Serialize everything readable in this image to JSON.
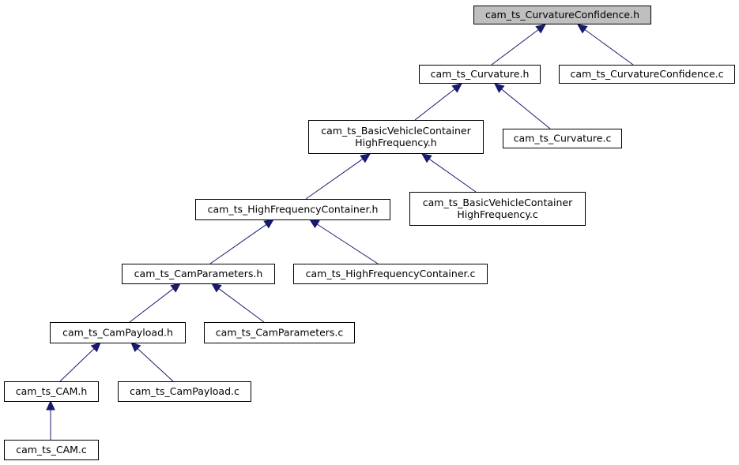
{
  "diagram": {
    "nodes": [
      {
        "id": "curvconf_h",
        "lines": [
          "cam_ts_CurvatureConfidence.h"
        ],
        "highlighted": true
      },
      {
        "id": "curvature_h",
        "lines": [
          "cam_ts_Curvature.h"
        ]
      },
      {
        "id": "curvconf_c",
        "lines": [
          "cam_ts_CurvatureConfidence.c"
        ]
      },
      {
        "id": "bvchf_h",
        "lines": [
          "cam_ts_BasicVehicleContainer",
          "HighFrequency.h"
        ]
      },
      {
        "id": "curvature_c",
        "lines": [
          "cam_ts_Curvature.c"
        ]
      },
      {
        "id": "hfc_h",
        "lines": [
          "cam_ts_HighFrequencyContainer.h"
        ]
      },
      {
        "id": "bvchf_c",
        "lines": [
          "cam_ts_BasicVehicleContainer",
          "HighFrequency.c"
        ]
      },
      {
        "id": "camparams_h",
        "lines": [
          "cam_ts_CamParameters.h"
        ]
      },
      {
        "id": "hfc_c",
        "lines": [
          "cam_ts_HighFrequencyContainer.c"
        ]
      },
      {
        "id": "campayload_h",
        "lines": [
          "cam_ts_CamPayload.h"
        ]
      },
      {
        "id": "camparams_c",
        "lines": [
          "cam_ts_CamParameters.c"
        ]
      },
      {
        "id": "cam_h",
        "lines": [
          "cam_ts_CAM.h"
        ]
      },
      {
        "id": "campayload_c",
        "lines": [
          "cam_ts_CamPayload.c"
        ]
      },
      {
        "id": "cam_c",
        "lines": [
          "cam_ts_CAM.c"
        ]
      }
    ],
    "edges": [
      {
        "from": "curvature_h",
        "to": "curvconf_h"
      },
      {
        "from": "curvconf_c",
        "to": "curvconf_h"
      },
      {
        "from": "bvchf_h",
        "to": "curvature_h"
      },
      {
        "from": "curvature_c",
        "to": "curvature_h"
      },
      {
        "from": "hfc_h",
        "to": "bvchf_h"
      },
      {
        "from": "bvchf_c",
        "to": "bvchf_h"
      },
      {
        "from": "camparams_h",
        "to": "hfc_h"
      },
      {
        "from": "hfc_c",
        "to": "hfc_h"
      },
      {
        "from": "campayload_h",
        "to": "camparams_h"
      },
      {
        "from": "camparams_c",
        "to": "camparams_h"
      },
      {
        "from": "cam_h",
        "to": "campayload_h"
      },
      {
        "from": "campayload_c",
        "to": "campayload_h"
      },
      {
        "from": "cam_c",
        "to": "cam_h"
      }
    ],
    "colors": {
      "edge": "#191970",
      "node_border": "#000000",
      "node_fill": "#ffffff",
      "highlight_fill": "#bfbfbf"
    }
  }
}
